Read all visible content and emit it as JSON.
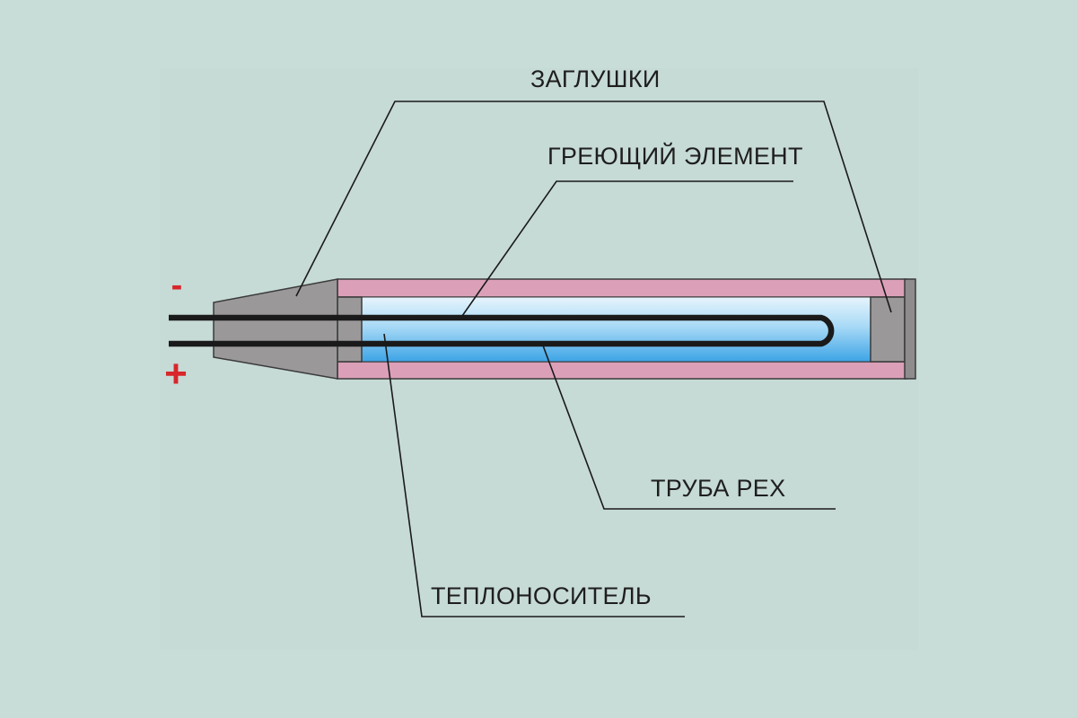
{
  "diagram": {
    "labels": {
      "plugs": "ЗАГЛУШКИ",
      "heating_element": "ГРЕЮЩИЙ ЭЛЕМЕНТ",
      "pex_pipe": "ТРУБА PEX",
      "heat_carrier": "ТЕПЛОНОСИТЕЛЬ"
    },
    "polarity": {
      "negative": "-",
      "positive": "+"
    },
    "colors": {
      "background": "#c8dcd8",
      "panel": "#c6dad6",
      "pipe_wall": "#dba0b8",
      "plug": "#9a9899",
      "heat_carrier_light": "#e6f4fc",
      "heat_carrier_dark": "#3da4e6",
      "wire": "#1a1a1a",
      "polarity_sign": "#d8262b"
    }
  }
}
